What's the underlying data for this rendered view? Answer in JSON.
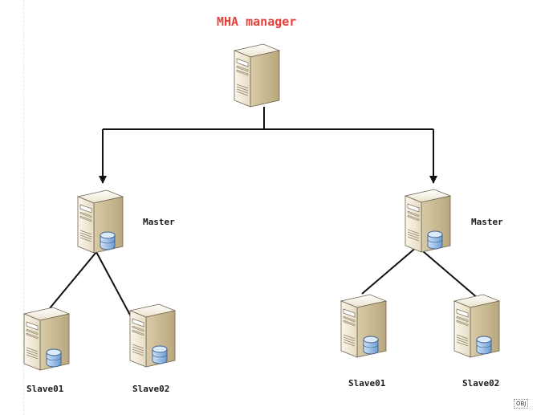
{
  "diagram": {
    "title": "MHA manager",
    "nodes": {
      "manager": {
        "label": "",
        "icon": "server-icon"
      },
      "master_left": {
        "label": "Master",
        "icon": "database-server-icon"
      },
      "master_right": {
        "label": "Master",
        "icon": "database-server-icon"
      },
      "slave_left_1": {
        "label": "Slave01",
        "icon": "database-server-icon"
      },
      "slave_left_2": {
        "label": "Slave02",
        "icon": "database-server-icon"
      },
      "slave_right_1": {
        "label": "Slave01",
        "icon": "database-server-icon"
      },
      "slave_right_2": {
        "label": "Slave02",
        "icon": "database-server-icon"
      }
    },
    "corner_tag": "OBJ"
  },
  "colors": {
    "title": "#e8413a",
    "server_body": "#f2ead8",
    "server_side": "#c9b98f",
    "database": "#aac8ea",
    "connector": "#111111"
  }
}
